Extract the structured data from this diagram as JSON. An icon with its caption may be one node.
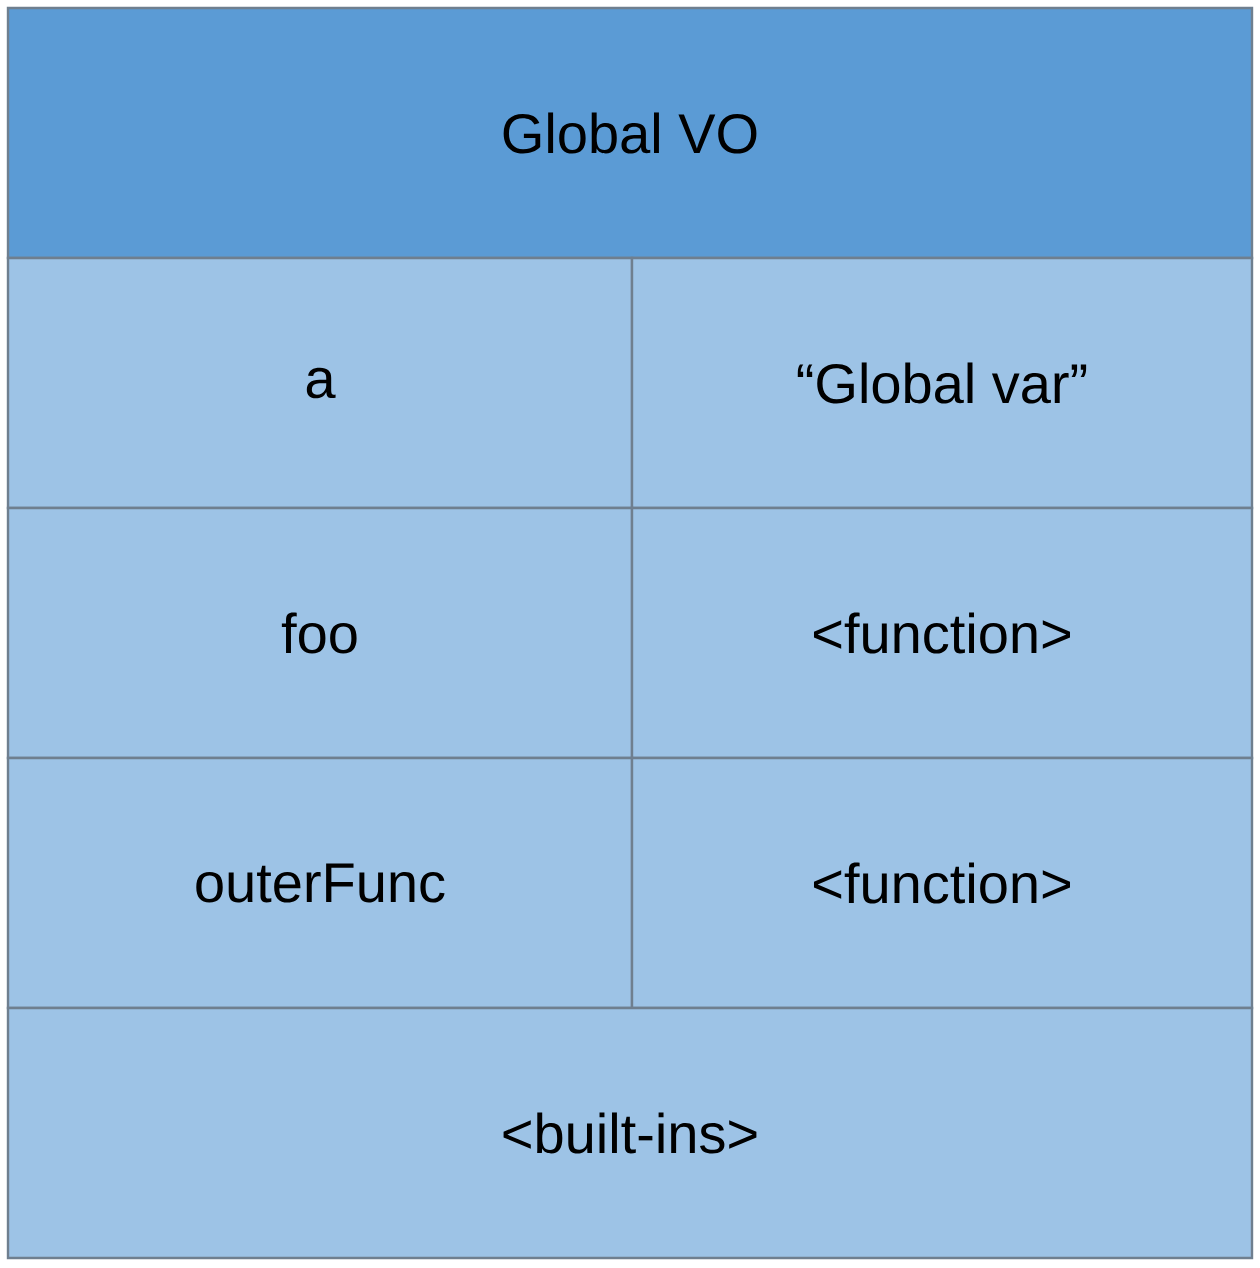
{
  "diagram": {
    "title": "Global VO",
    "labels": [
      "a",
      "“Global var”",
      "foo",
      "<function>",
      "outerFunc",
      "<function>",
      "<built-ins>"
    ]
  }
}
